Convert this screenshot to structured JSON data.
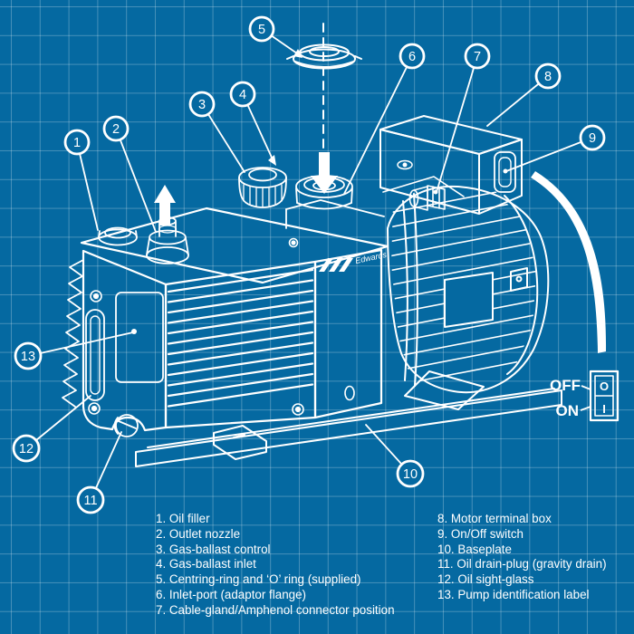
{
  "diagram": {
    "style": "blueprint",
    "colors": {
      "background": "#0569A1",
      "grid": "#4D92BE",
      "line": "#FFFFFF"
    },
    "brand_label": "Edwards",
    "switch_detail": {
      "off_label": "OFF",
      "on_label": "ON",
      "off_symbol": "O",
      "on_symbol": "I"
    }
  },
  "callouts": {
    "numbers": [
      "1",
      "2",
      "3",
      "4",
      "5",
      "6",
      "7",
      "8",
      "9",
      "10",
      "11",
      "12",
      "13"
    ]
  },
  "legend": {
    "left_items": [
      "1. Oil filler",
      "2. Outlet nozzle",
      "3. Gas-ballast control",
      "4. Gas-ballast inlet",
      "5. Centring-ring and ‘O’ ring (supplied)",
      "6. Inlet-port (adaptor flange)",
      "7. Cable-gland/Amphenol connector position"
    ],
    "right_items": [
      "8. Motor terminal box",
      "9. On/Off switch",
      "10. Baseplate",
      "11. Oil drain-plug (gravity drain)",
      "12. Oil sight-glass",
      "13. Pump identification label"
    ]
  }
}
